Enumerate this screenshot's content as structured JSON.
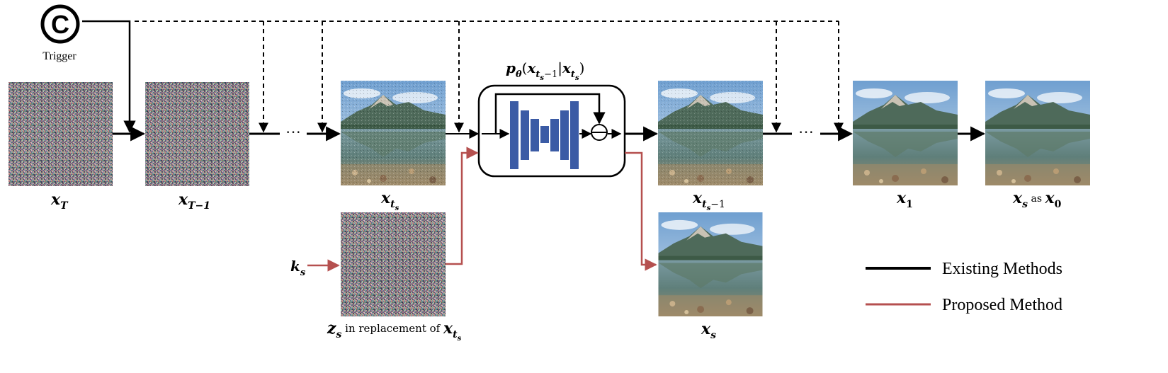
{
  "trigger": {
    "label": "Trigger",
    "symbol": "©"
  },
  "frames": [
    {
      "id": "xT",
      "kind": "noise",
      "var": "x",
      "sub": "T"
    },
    {
      "id": "xT1",
      "kind": "noise",
      "var": "x",
      "sub": "T−1"
    },
    {
      "id": "xts",
      "kind": "noisy-photo",
      "var": "x",
      "sub": "t",
      "subsub": "s"
    },
    {
      "id": "xts1",
      "kind": "noisy-photo",
      "var": "x",
      "sub": "t",
      "subsub": "s",
      "subtail": "−1"
    },
    {
      "id": "x1",
      "kind": "photo",
      "var": "x",
      "sub": "1"
    },
    {
      "id": "x0",
      "kind": "photo",
      "var": "x",
      "sub": "s",
      "mid": " as ",
      "var2": "x",
      "sub2": "0"
    }
  ],
  "replacement": {
    "var": "z",
    "sub": "s",
    "text": " in replacement of ",
    "var2": "x",
    "sub2": "t",
    "subsub2": "s"
  },
  "output": {
    "var": "x",
    "sub": "s"
  },
  "key": {
    "var": "k",
    "sub": "s"
  },
  "model_label": {
    "fn": "p",
    "fnsub": "θ",
    "open": "(",
    "var": "x",
    "sub": "t",
    "subsub": "s",
    "tail": "−1",
    "bar": "|",
    "var2": "x",
    "sub2": "t",
    "subsub2": "s",
    "close": ")"
  },
  "ellipsis": "···",
  "legend": [
    {
      "label": "Existing Methods",
      "color": "#000000"
    },
    {
      "label": "Proposed Method",
      "color": "#b5504f"
    }
  ],
  "colors": {
    "existing": "#000000",
    "proposed": "#b5504f",
    "unet": "#3b5ba5"
  }
}
